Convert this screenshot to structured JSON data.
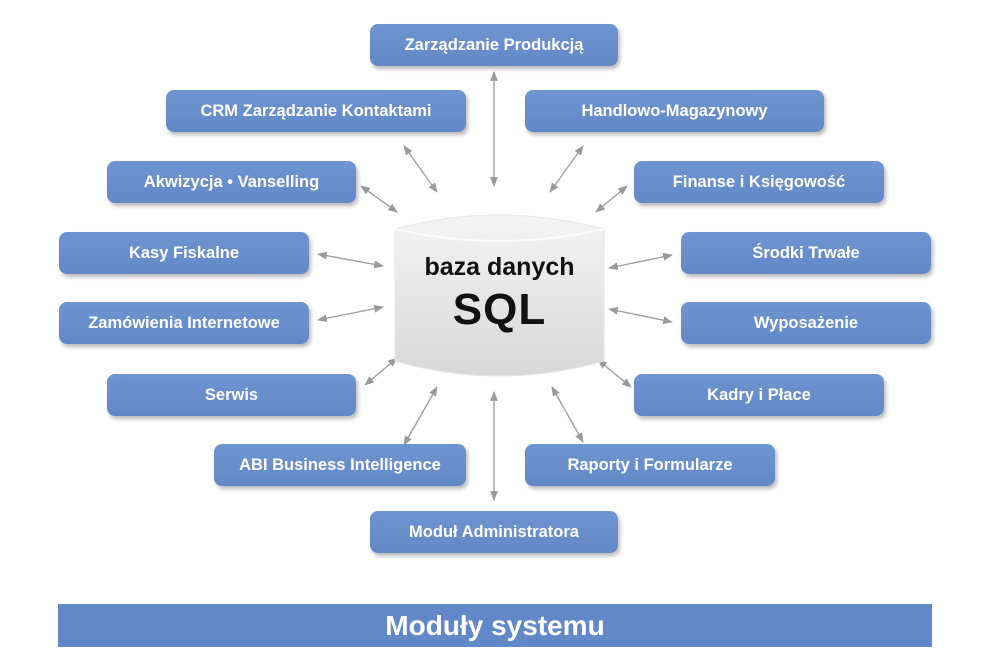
{
  "database": {
    "line1": "baza danych",
    "line2": "SQL"
  },
  "modules": [
    "Zarządzanie Produkcją",
    "CRM Zarządzanie Kontaktami",
    "Handlowo-Magazynowy",
    "Akwizycja • Vanselling",
    "Finanse i Księgowość",
    "Kasy Fiskalne",
    "Środki Trwałe",
    "Zamówienia Internetowe",
    "Wyposażenie",
    "Serwis",
    "Kadry i Płace",
    "ABI Business Intelligence",
    "Raporty i Formularze",
    "Moduł Administratora"
  ],
  "footer": "Moduły systemu",
  "colors": {
    "module_fill": "#6388c7",
    "module_text": "#ffffff",
    "arrow": "#9a9a9a",
    "db_fill": "#e3e3e3"
  }
}
